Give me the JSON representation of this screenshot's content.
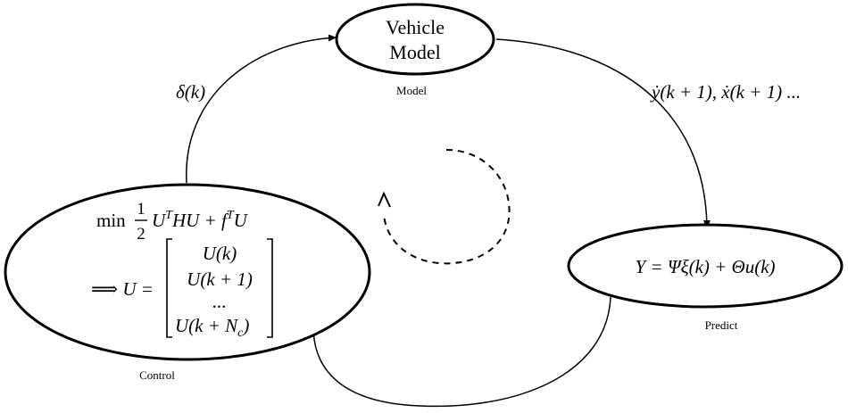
{
  "nodes": {
    "vehicle_model": {
      "line1": "Vehicle",
      "line2": "Model",
      "caption": "Model"
    },
    "predict": {
      "equation": "Y = Ψξ(k) + Θu(k)",
      "caption": "Predict"
    },
    "control": {
      "objective_prefix": "min",
      "frac_num": "1",
      "frac_den": "2",
      "objective_rest": "U",
      "sup1": "T",
      "objective_mid": "HU + f",
      "sup2": "T",
      "objective_end": "U",
      "implies": "⟹ U =",
      "vector": [
        "U(k)",
        "U(k + 1)",
        "...",
        "U(k + N"
      ],
      "vector_sub": "c",
      "vector_close": ")",
      "caption": "Control"
    }
  },
  "edges": {
    "control_to_model": "δ(k)",
    "model_to_predict": "ẏ(k + 1), ẋ(k + 1) ..."
  }
}
